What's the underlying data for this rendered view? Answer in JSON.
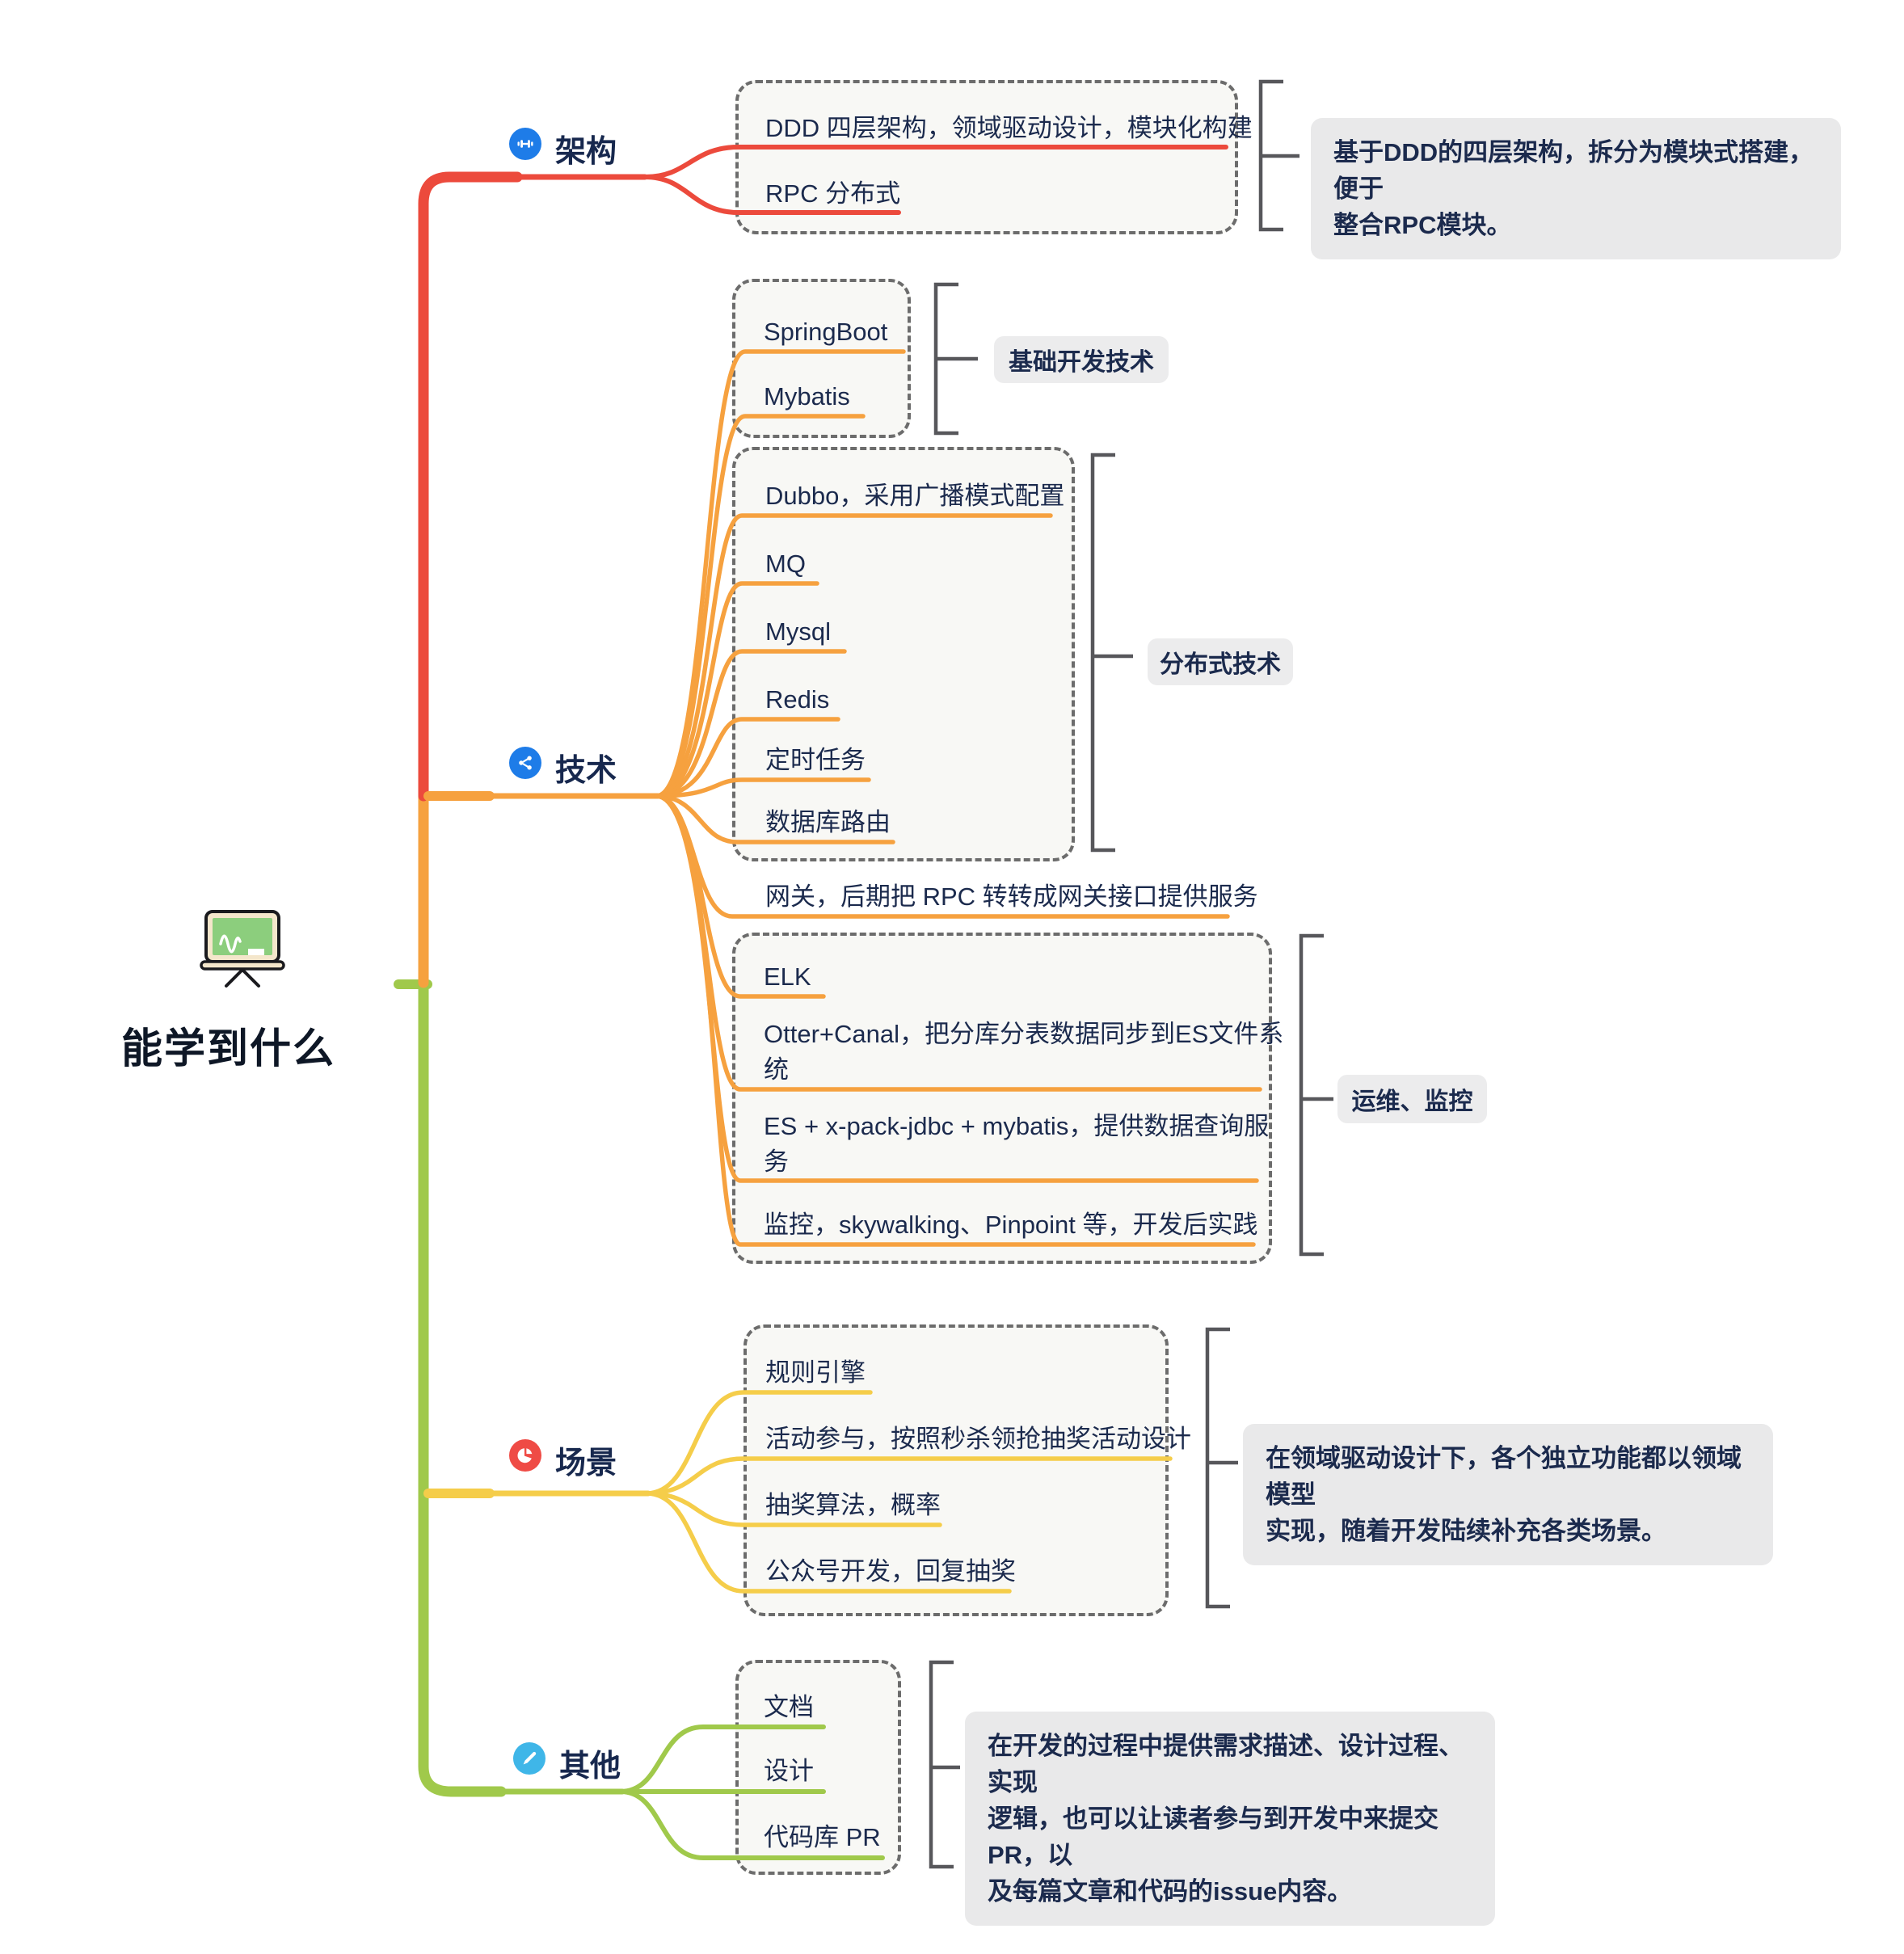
{
  "root": {
    "title": "能学到什么",
    "icon": "blackboard-icon"
  },
  "branches": {
    "arch": {
      "label": "架构",
      "icon": "barbell-icon",
      "color": "#EC4A3C"
    },
    "tech": {
      "label": "技术",
      "icon": "share-icon",
      "color": "#F6A13F"
    },
    "scene": {
      "label": "场景",
      "icon": "pie-chart-icon",
      "color": "#F5CD4A"
    },
    "other": {
      "label": "其他",
      "icon": "pencil-icon",
      "color": "#A0C94B"
    }
  },
  "groups": {
    "g1": {
      "items": [
        "DDD 四层架构，领域驱动设计，模块化构建",
        "RPC 分布式"
      ]
    },
    "g2": {
      "label": "基础开发技术",
      "items": [
        "SpringBoot",
        "Mybatis"
      ]
    },
    "g3": {
      "label": "分布式技术",
      "items": [
        "Dubbo，采用广播模式配置",
        "MQ",
        "Mysql",
        "Redis",
        "定时任务",
        "数据库路由"
      ]
    },
    "g4": {
      "label": "运维、监控",
      "items": [
        "ELK",
        "Otter+Canal，把分库分表数据同步到ES文件系统",
        "ES + x-pack-jdbc + mybatis，提供数据查询服务",
        "监控，skywalking、Pinpoint 等，开发后实践"
      ],
      "item2_lines": [
        "Otter+Canal，把分库分表数据同步到ES文件系",
        "统"
      ],
      "item3_lines": [
        "ES + x-pack-jdbc + mybatis，提供数据查询服",
        "务"
      ]
    },
    "g5": {
      "items": [
        "规则引擎",
        "活动参与，按照秒杀领抢抽奖活动设计",
        "抽奖算法，概率",
        "公众号开发，回复抽奖"
      ]
    },
    "g6": {
      "items": [
        "文档",
        "设计",
        "代码库 PR"
      ]
    }
  },
  "loose": {
    "gateway": "网关，后期把 RPC 转转成网关接口提供服务"
  },
  "notes": {
    "arch": {
      "text": "基于DDD的四层架构，拆分为模块式搭建，便于整合RPC模块。",
      "lines": [
        "基于DDD的四层架构，拆分为模块式搭建，便于",
        "整合RPC模块。"
      ]
    },
    "scene": {
      "text": "在领域驱动设计下，各个独立功能都以领域模型实现，随着开发陆续补充各类场景。",
      "lines": [
        "在领域驱动设计下，各个独立功能都以领域模型",
        "实现，随着开发陆续补充各类场景。"
      ]
    },
    "other": {
      "text": "在开发的过程中提供需求描述、设计过程、实现逻辑，也可以让读者参与到开发中来提交PR，以及每篇文章和代码的issue内容。",
      "lines": [
        "在开发的过程中提供需求描述、设计过程、实现",
        "逻辑，也可以让读者参与到开发中来提交PR，以",
        "及每篇文章和代码的issue内容。"
      ]
    }
  },
  "colors": {
    "branch_red": "#EC4A3C",
    "branch_orange": "#F6A13F",
    "branch_yellow": "#F5CD4A",
    "branch_green": "#A0C94B",
    "icon_blue": "#1E7CE8",
    "icon_red": "#EF4B45",
    "icon_cyan": "#3FB6E8",
    "text_navy": "#1B2A4D",
    "note_bg": "#E9E9EA",
    "group_bg": "#F8F8F5",
    "bracket_gray": "#57575B",
    "board_green": "#8CCE7D",
    "board_frame": "#F4E6CB"
  }
}
